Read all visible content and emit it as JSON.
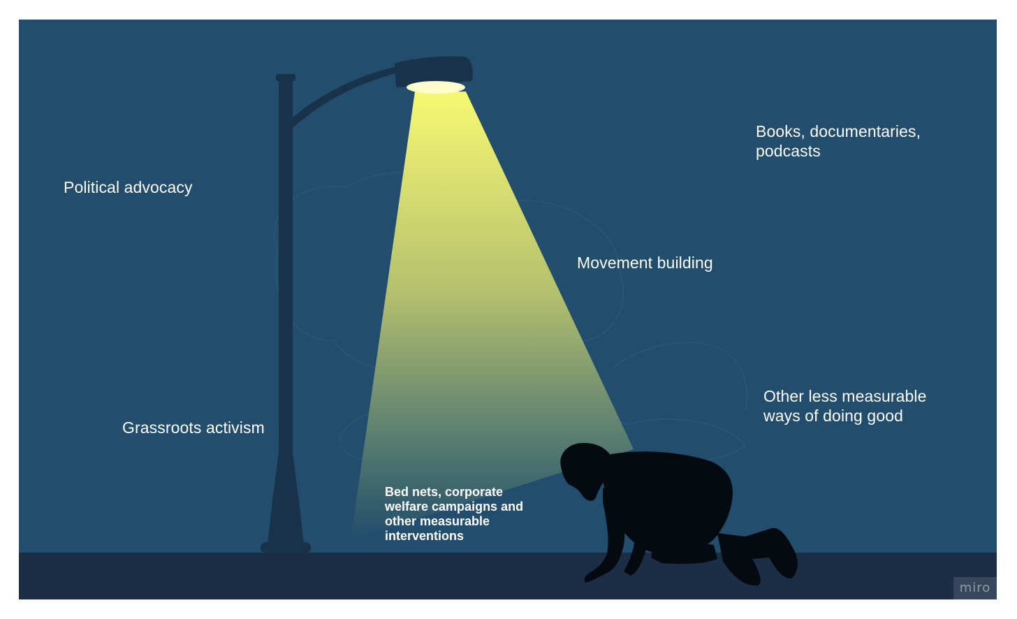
{
  "labels": {
    "political_advocacy": "Political advocacy",
    "grassroots_activism": "Grassroots activism",
    "movement_building": "Movement building",
    "books": "Books, documentaries, podcasts",
    "other_less_measurable": "Other less measurable ways of doing good",
    "bed_nets": "Bed nets, corporate welfare campaigns and other measurable interventions"
  },
  "watermark": "miro",
  "colors": {
    "sky": "#224d6c",
    "ground": "#1b2e45",
    "lamp": "#173249",
    "light_top": "#f7f872",
    "light_bottom": "#214d6b",
    "silhouette": "#040a10",
    "text": "#ffffff"
  },
  "icons": {
    "lamp": "street-lamp-icon",
    "person": "crouching-person-icon"
  }
}
